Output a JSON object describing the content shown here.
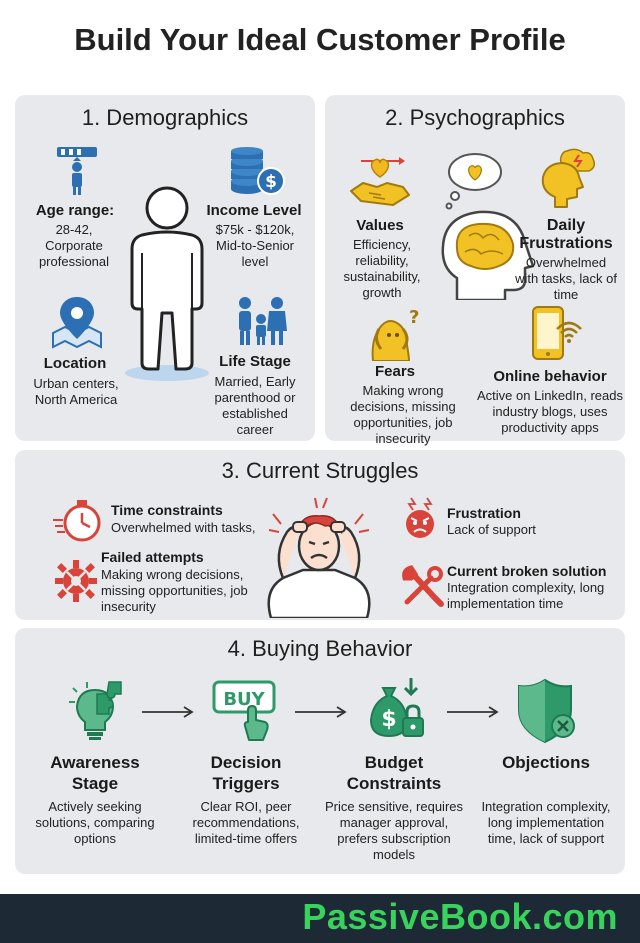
{
  "title": "Build Your Ideal Customer Profile",
  "colors": {
    "accent_green": "#2e9a6a",
    "accent_red": "#d9433a",
    "accent_yellow": "#f2c224",
    "brand_green": "#37d35a",
    "footer_bg": "#1d2a36"
  },
  "demographics": {
    "heading": "1. Demographics",
    "age": {
      "label": "Age range:",
      "text": "28-42, Corporate professional",
      "icon": "person-calendar-icon"
    },
    "income": {
      "label": "Income Level",
      "text": "$75k - $120k, Mid-to-Senior level",
      "icon": "coins-icon"
    },
    "location": {
      "label": "Location",
      "text": "Urban centers, North America",
      "icon": "map-pin-icon"
    },
    "life_stage": {
      "label": "Life Stage",
      "text": "Married, Early parenthood or established career",
      "icon": "family-icon"
    },
    "figure_icon": "person-outline-icon"
  },
  "psychographics": {
    "heading": "2. Psychographics",
    "values": {
      "label": "Values",
      "text": "Efficiency, reliability, sustainability, growth",
      "icon": "handshake-heart-icon"
    },
    "frustrations": {
      "label": "Daily Frustrations",
      "text": "Overwhelmed with tasks, lack of time",
      "icon": "stressed-head-icon"
    },
    "fears": {
      "label": "Fears",
      "text": "Making wrong decisions, missing opportunities, job insecurity",
      "icon": "fearful-person-icon"
    },
    "online": {
      "label": "Online behavior",
      "text": "Active on LinkedIn, reads industry blogs, uses productivity apps",
      "icon": "smartphone-wifi-icon"
    },
    "brain_icon": "brain-head-icon"
  },
  "struggles": {
    "heading": "3. Current Struggles",
    "time": {
      "label": "Time constraints",
      "text": "Overwhelmed with tasks,",
      "icon": "stopwatch-icon"
    },
    "failed": {
      "label": "Failed attempts",
      "text": "Making wrong decisions, missing opportunities, job insecurity",
      "icon": "broken-gear-icon"
    },
    "frustration": {
      "label": "Frustration",
      "text": "Lack of support",
      "icon": "angry-face-icon"
    },
    "broken": {
      "label": "Current broken solution",
      "text": "Integration complexity, long implementation time",
      "icon": "broken-tools-icon"
    },
    "center_icon": "stressed-person-icon"
  },
  "buying": {
    "heading": "4. Buying Behavior",
    "steps": [
      {
        "label": "Awareness Stage",
        "text": "Actively seeking solutions, comparing options",
        "icon": "lightbulb-puzzle-icon"
      },
      {
        "label": "Decision Triggers",
        "text": "Clear ROI, peer recommendations, limited-time offers",
        "icon": "buy-button-icon",
        "badge": "BUY"
      },
      {
        "label": "Budget Constraints",
        "text": "Price sensitive, requires manager approval, prefers subscription models",
        "icon": "money-bag-lock-icon"
      },
      {
        "label": "Objections",
        "text": "Integration complexity, long implementation time, lack of support",
        "icon": "shield-x-icon"
      }
    ]
  },
  "footer": {
    "brand": "PassiveBook.com"
  }
}
